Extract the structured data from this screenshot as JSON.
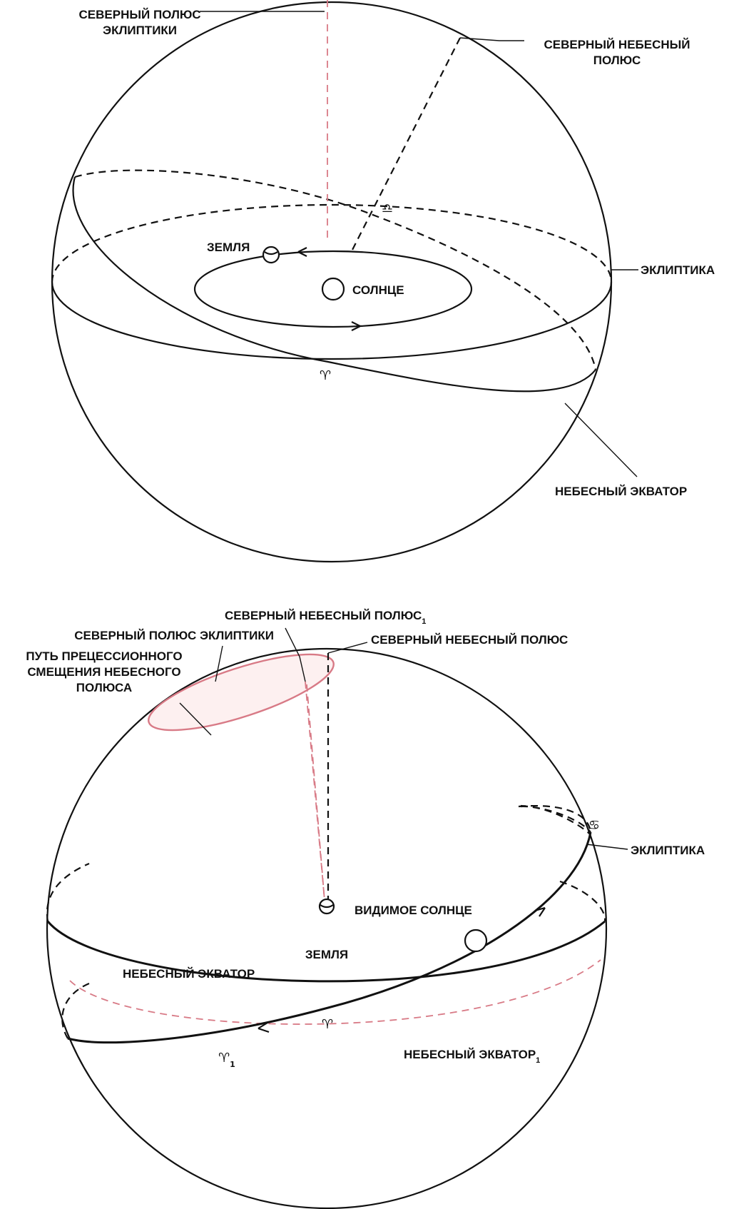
{
  "top_diagram": {
    "labels": {
      "north_ecliptic_pole": [
        "СЕВЕРНЫЙ ПОЛЮС",
        "ЭКЛИПТИКИ"
      ],
      "north_celestial_pole": [
        "СЕВЕРНЫЙ НЕБЕСНЫЙ",
        "ПОЛЮС"
      ],
      "ecliptic": "ЭКЛИПТИКА",
      "earth": "ЗЕМЛЯ",
      "sun": "СОЛНЦЕ",
      "celestial_equator": "НЕБЕСНЫЙ ЭКВАТОР",
      "vernal_equinox_symbol": "♈",
      "autumnal_equinox_symbol": "♎"
    }
  },
  "bottom_diagram": {
    "labels": {
      "north_celestial_pole_1": "СЕВЕРНЫЙ НЕБЕСНЫЙ ПОЛЮС",
      "north_celestial_pole_1_subscript": "1",
      "north_ecliptic_pole": "СЕВЕРНЫЙ ПОЛЮС ЭКЛИПТИКИ",
      "north_celestial_pole": "СЕВЕРНЫЙ НЕБЕСНЫЙ ПОЛЮС",
      "precession_path": [
        "ПУТЬ ПРЕЦЕССИОННОГО",
        "СМЕЩЕНИЯ НЕБЕСНОГО",
        "ПОЛЮСА"
      ],
      "ecliptic": "ЭКЛИПТИКА",
      "apparent_sun": "ВИДИМОЕ СОЛНЦЕ",
      "earth": "ЗЕМЛЯ",
      "celestial_equator": "НЕБЕСНЫЙ ЭКВАТОР",
      "celestial_equator_1": "НЕБЕСНЫЙ ЭКВАТОР",
      "celestial_equator_1_subscript": "1",
      "vernal_equinox_symbol": "♈",
      "vernal_equinox_1_symbol": "♈",
      "vernal_equinox_1_subscript": "1",
      "summer_solstice_symbol": "♋"
    }
  },
  "colors": {
    "line": "#111111",
    "precession": "#d87a86"
  }
}
